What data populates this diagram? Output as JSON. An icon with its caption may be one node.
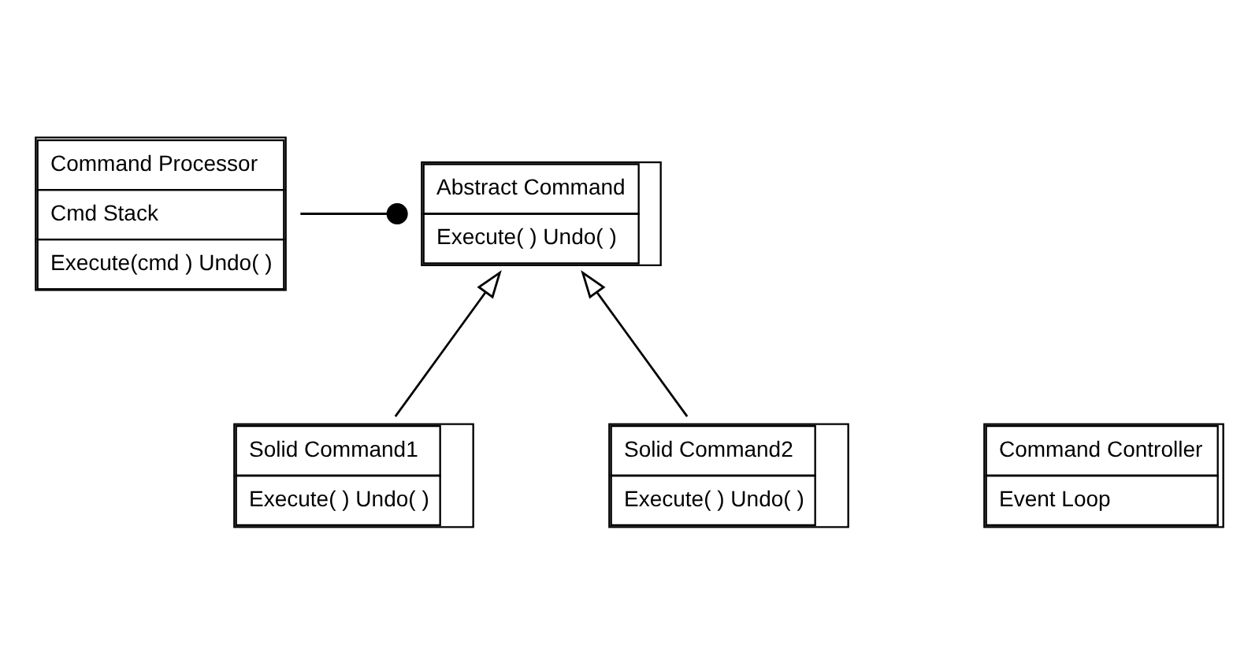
{
  "diagram": {
    "nodes": [
      {
        "text": [
          "Command Processor",
          "Cmd Stack",
          "Execute(cmd ) Undo( )"
        ]
      },
      {
        "text": [
          "Abstract Command",
          "Execute( ) Undo( )"
        ]
      },
      {
        "text": [
          "Command Controller",
          "Event Loop"
        ]
      },
      {
        "text": [
          "Solid Command1",
          "Execute( ) Undo( )"
        ]
      },
      {
        "text": [
          "Solid Command2",
          "Execute( ) Undo( )"
        ]
      }
    ],
    "edges": [
      {
        "from": 0,
        "to": 1,
        "arrow": "other"
      },
      {
        "from": 3,
        "to": 1,
        "arrow": "to"
      },
      {
        "from": 4,
        "to": 1,
        "arrow": "to"
      }
    ]
  }
}
